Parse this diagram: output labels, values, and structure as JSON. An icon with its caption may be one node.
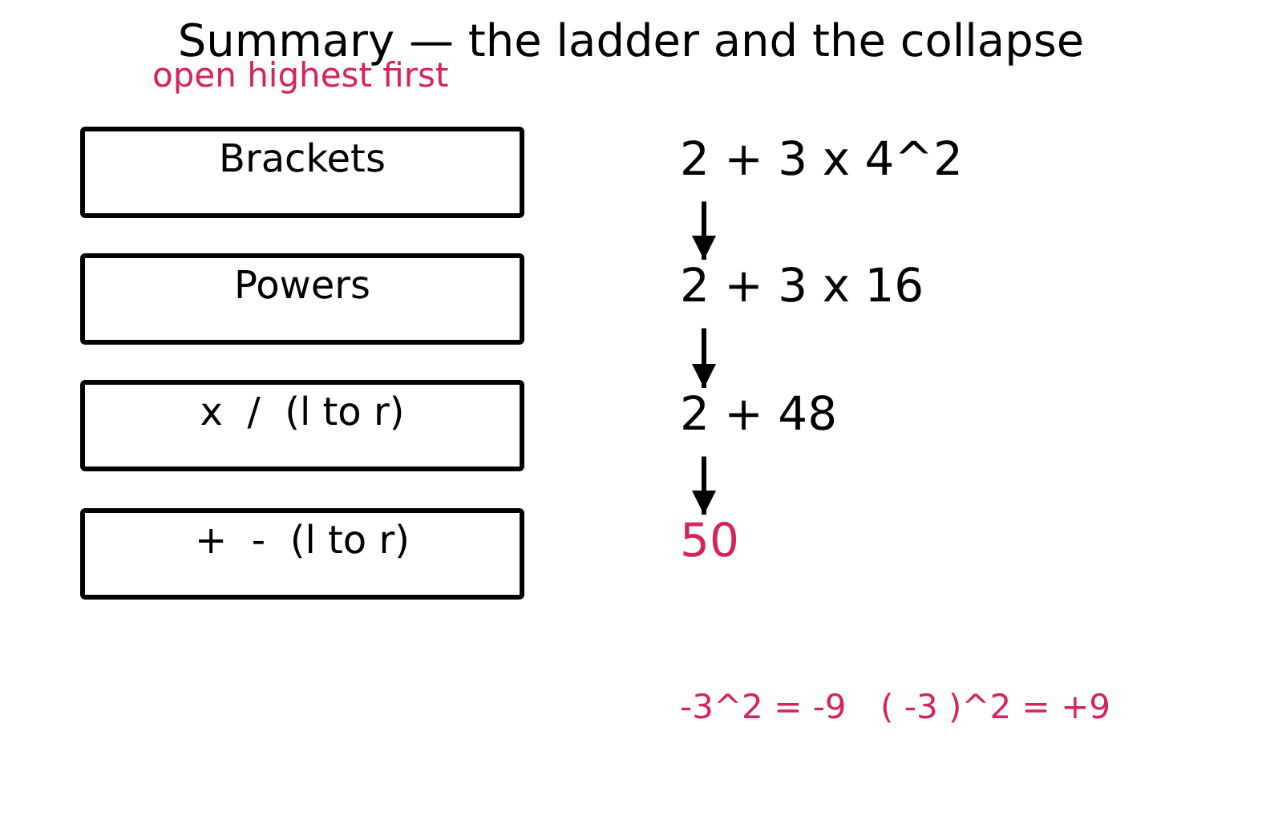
{
  "diagram": {
    "title": "Summary — the ladder and the collapse",
    "nodes": [
      {
        "text": [
          "Brackets"
        ]
      },
      {
        "text": [
          "Powers"
        ]
      },
      {
        "text": [
          "x  /  (l to r)"
        ]
      },
      {
        "text": [
          "+  -  (l to r)"
        ]
      },
      {
        "text": [
          "2 + 3 x 4^2"
        ]
      },
      {
        "text": [
          "2 + 3 x 16"
        ]
      },
      {
        "text": [
          "2 + 48"
        ]
      },
      {
        "text": [
          "50"
        ]
      }
    ],
    "edges": [
      {
        "from": 4,
        "to": 5,
        "arrow": "to"
      },
      {
        "from": 5,
        "to": 6,
        "arrow": "to"
      },
      {
        "from": 6,
        "to": 7,
        "arrow": "to"
      }
    ],
    "labels": [
      "open highest first",
      "-3^2 = -9",
      "( -3 )^2 = +9"
    ]
  }
}
